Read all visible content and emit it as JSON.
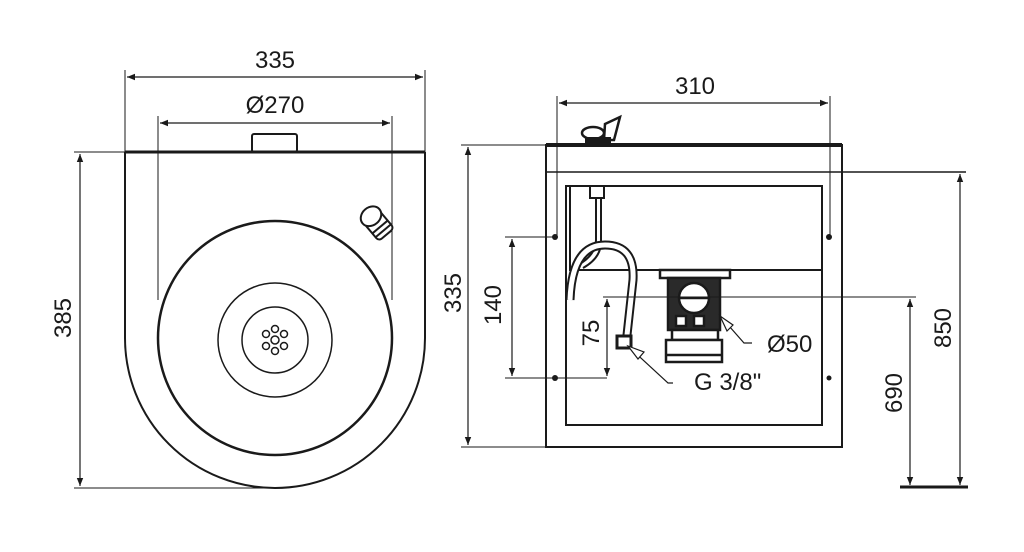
{
  "front_view": {
    "width_label": "335",
    "bowl_diameter_label": "Ø270",
    "depth_label": "385"
  },
  "side_view": {
    "width_label": "310",
    "height_label": "335",
    "fixing_spacing_label": "140",
    "inlet_offset_label": "75",
    "waste_diameter_label": "Ø50",
    "inlet_thread_label": "G 3/8\"",
    "outlet_height_label": "690",
    "rim_height_label": "850"
  }
}
